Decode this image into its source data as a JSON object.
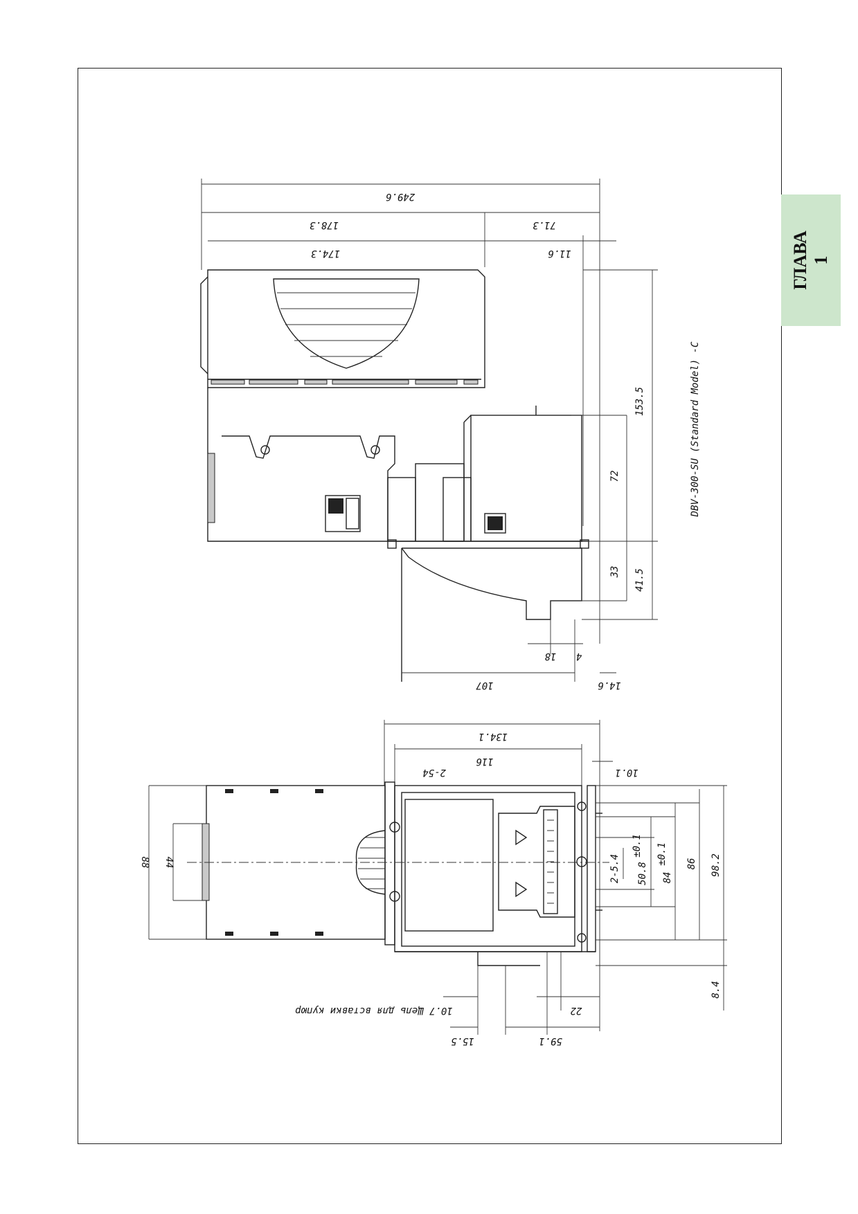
{
  "chapter_tab": {
    "line1": "ГЛАВА",
    "line2": "1"
  },
  "model_caption": "DBV-300-SU (Standard Model) -C",
  "side_view_dims": {
    "overall_length": "249.6",
    "length_a": "178.3",
    "length_b": "174.3",
    "offset_right": "71.3",
    "offset_small": "11.6",
    "height_total": "153.5",
    "height_mid": "72",
    "height_low": "33",
    "height_bottom": "41.5",
    "depth_107": "107",
    "depth_18": "18",
    "depth_4": "4",
    "depth_14_6": "14.6"
  },
  "top_view_dims": {
    "width_134_1": "134.1",
    "width_116": "116",
    "hole_2_54": "2-54",
    "offset_10_1": "10.1",
    "height_88": "88",
    "height_44": "44",
    "hole_2_5_4": "2-5.4",
    "pitch_50_8": "50.8",
    "pitch_50_8_tol": "±0.1",
    "pitch_84": "84",
    "pitch_84_tol": "±0.1",
    "height_86": "86",
    "height_98_2": "98.2",
    "height_8_4": "8.4",
    "depth_22": "22",
    "depth_59_1": "59.1",
    "depth_15_5": "15.5",
    "slot_note": "10.7 Щель для вставки купюр"
  },
  "colors": {
    "tab": "#cde6cc",
    "frame": "#222222",
    "fill_gray": "#c9c9c9"
  }
}
